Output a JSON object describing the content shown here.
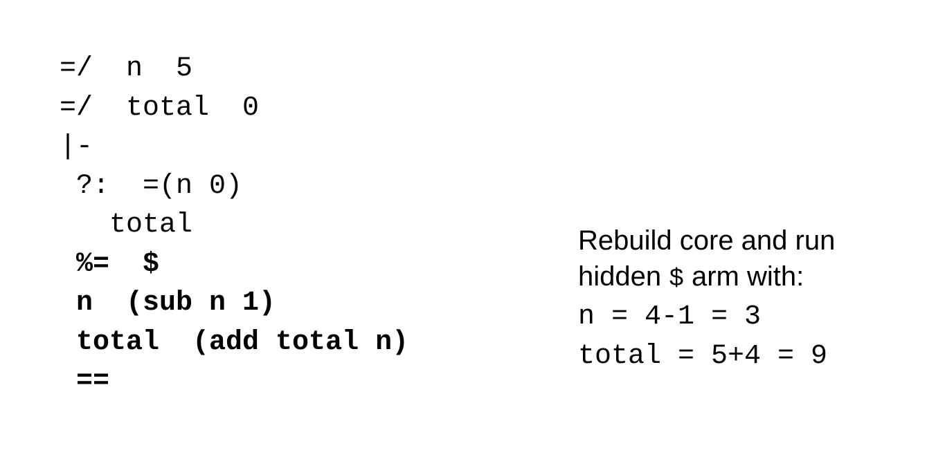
{
  "code": {
    "lines": [
      {
        "text": "=/  n  5",
        "bold": false
      },
      {
        "text": "=/  total  0",
        "bold": false
      },
      {
        "text": "|-",
        "bold": false
      },
      {
        "text": " ?:  =(n 0)",
        "bold": false
      },
      {
        "text": "   total",
        "bold": false
      },
      {
        "text": " %=  $",
        "bold": true
      },
      {
        "text": " n  (sub n 1)",
        "bold": true
      },
      {
        "text": " total  (add total n)",
        "bold": true
      },
      {
        "text": " ==",
        "bold": true
      }
    ]
  },
  "note": {
    "line1": "Rebuild core and run",
    "line2_prefix": "hidden ",
    "line2_code": "$",
    "line2_suffix": " arm with:",
    "result_n": "n = 4-1 = 3",
    "result_total": "total = 5+4 = 9"
  }
}
